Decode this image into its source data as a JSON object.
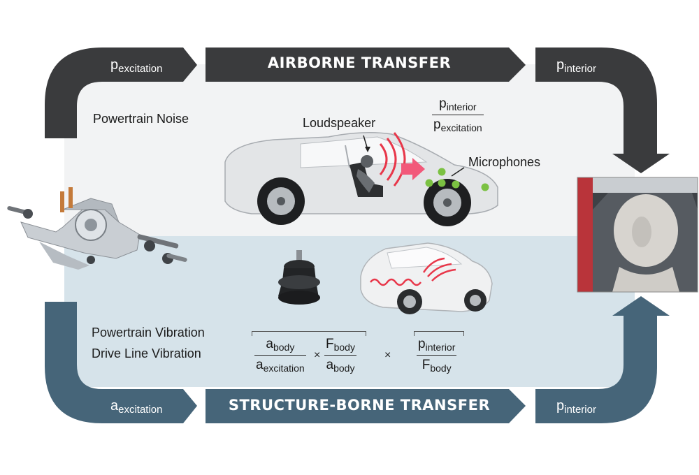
{
  "colors": {
    "airborne": "#3a3b3d",
    "structure": "#466579",
    "panel_top": "#f2f3f4",
    "panel_bottom": "#d6e3ea",
    "sound_wave": "#e8374a",
    "microphone": "#7bc142"
  },
  "airborne": {
    "title": "AIRBORNE TRANSFER",
    "input": {
      "base": "p",
      "sub": "excitation"
    },
    "output": {
      "base": "p",
      "sub": "interior"
    },
    "source_label": "Powertrain Noise",
    "loudspeaker_label": "Loudspeaker",
    "microphones_label": "Microphones",
    "ratio": {
      "num": {
        "base": "p",
        "sub": "interior"
      },
      "den": {
        "base": "p",
        "sub": "excitation"
      }
    }
  },
  "structure": {
    "title": "STRUCTURE-BORNE TRANSFER",
    "input": {
      "base": "a",
      "sub": "excitation"
    },
    "output": {
      "base": "p",
      "sub": "interior"
    },
    "source_label_1": "Powertrain Vibration",
    "source_label_2": "Drive Line Vibration",
    "times": "×",
    "ratio1": {
      "num": {
        "base": "a",
        "sub": "body"
      },
      "den": {
        "base": "a",
        "sub": "excitation"
      }
    },
    "ratio2": {
      "num": {
        "base": "F",
        "sub": "body"
      },
      "den": {
        "base": "a",
        "sub": "body"
      }
    },
    "ratio3": {
      "num": {
        "base": "p",
        "sub": "interior"
      },
      "den": {
        "base": "F",
        "sub": "body"
      }
    }
  },
  "icons": {
    "powertrain": "powertrain-drivetrain-icon",
    "car_airborne": "car-cutaway-icon",
    "engine_mount": "engine-mount-icon",
    "car_structure": "car-transparent-icon",
    "dummy_head": "artificial-head-icon"
  }
}
